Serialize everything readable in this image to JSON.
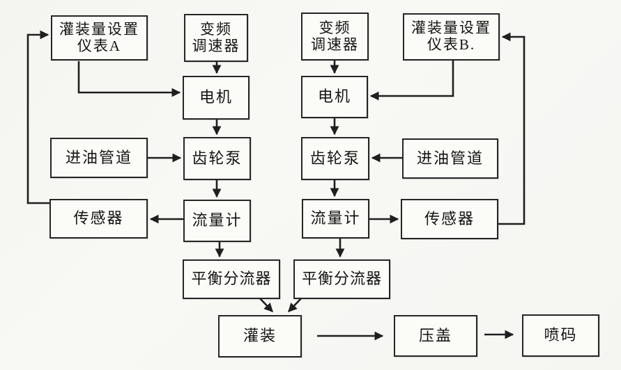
{
  "diagram": {
    "title_hint": "filling-line-control-flowchart",
    "colors": {
      "background": "#f6f6f2",
      "box_border": "#262626",
      "box_fill": "#fbfbf8",
      "line": "#1f1f1f",
      "text": "#141414"
    },
    "boxes": {
      "meter_a": {
        "line1": "灌装量设置",
        "line2": "仪表A"
      },
      "vfd_left": {
        "line1": "变频",
        "line2": "调速器"
      },
      "motor_left": {
        "label": "电机"
      },
      "pipe_left": {
        "label": "进油管道"
      },
      "pump_left": {
        "label": "齿轮泵"
      },
      "sensor_left": {
        "label": "传感器"
      },
      "flow_left": {
        "label": "流量计"
      },
      "splitter_left": {
        "label": "平衡分流器"
      },
      "vfd_right": {
        "line1": "变频",
        "line2": "调速器"
      },
      "meter_b": {
        "line1": "灌装量设置",
        "line2": "仪表B."
      },
      "motor_right": {
        "label": "电机"
      },
      "pump_right": {
        "label": "齿轮泵"
      },
      "pipe_right": {
        "label": "进油管道"
      },
      "flow_right": {
        "label": "流量计"
      },
      "sensor_right": {
        "label": "传感器"
      },
      "splitter_right": {
        "label": "平衡分流器"
      },
      "filling": {
        "label": "灌装"
      },
      "capping": {
        "label": "压盖"
      },
      "coding": {
        "label": "喷码"
      }
    },
    "connections": [
      "meter_a -> motor_left",
      "vfd_left -> motor_left",
      "motor_left -> pump_left",
      "pipe_left -> pump_left",
      "pump_left -> flow_left",
      "flow_left -> sensor_left",
      "sensor_left -> meter_a (feedback)",
      "flow_left -> splitter_left",
      "splitter_left -> filling",
      "meter_b -> motor_right",
      "vfd_right -> motor_right",
      "motor_right -> pump_right",
      "pipe_right -> pump_right",
      "pump_right -> flow_right",
      "flow_right -> sensor_right",
      "sensor_right -> meter_b (feedback)",
      "flow_right -> splitter_right",
      "splitter_right -> filling",
      "filling -> capping",
      "capping -> coding"
    ]
  }
}
